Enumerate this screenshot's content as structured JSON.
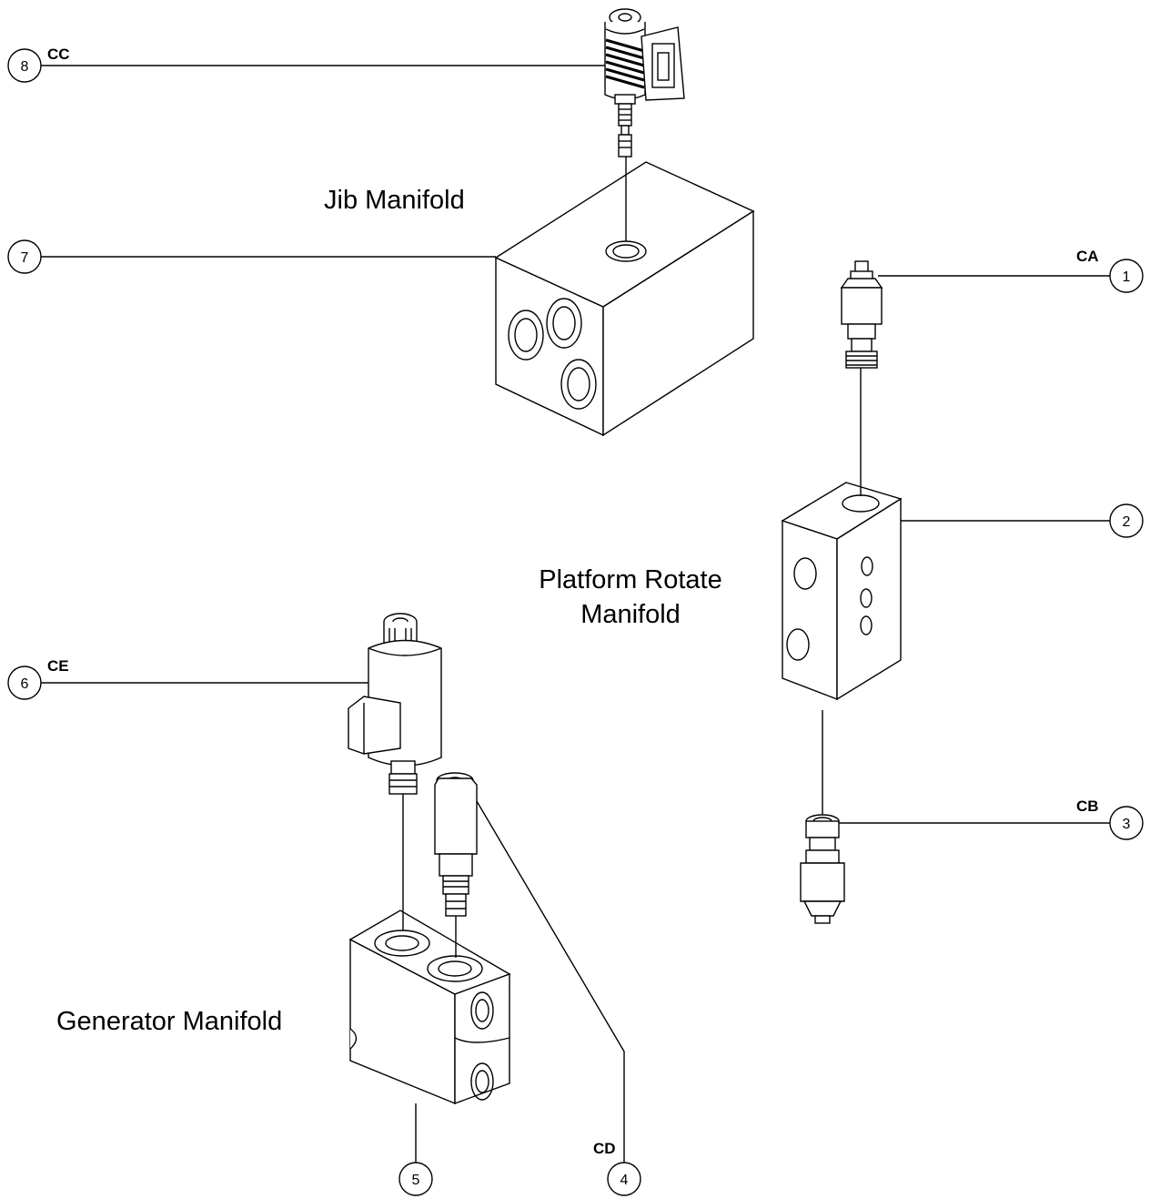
{
  "labels": {
    "jib_manifold": "Jib Manifold",
    "platform_rotate_line1": "Platform Rotate",
    "platform_rotate_line2": "Manifold",
    "generator_manifold": "Generator Manifold"
  },
  "callouts": [
    {
      "number": "1",
      "code": "CA"
    },
    {
      "number": "2",
      "code": ""
    },
    {
      "number": "3",
      "code": "CB"
    },
    {
      "number": "4",
      "code": "CD"
    },
    {
      "number": "5",
      "code": ""
    },
    {
      "number": "6",
      "code": "CE"
    },
    {
      "number": "7",
      "code": ""
    },
    {
      "number": "8",
      "code": "CC"
    }
  ]
}
